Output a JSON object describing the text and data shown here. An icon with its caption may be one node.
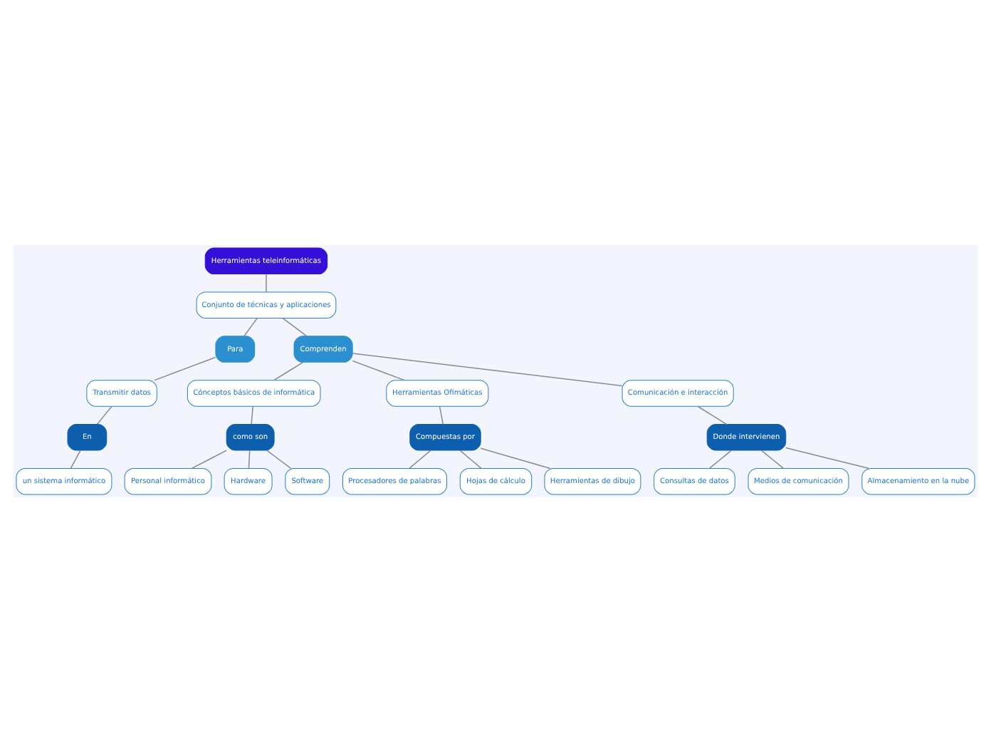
{
  "diagram": {
    "nodes": [
      {
        "text": [
          "Herramientas teleinformáticas"
        ]
      },
      {
        "text": [
          "Conjunto de técnicas y aplicaciones"
        ]
      },
      {
        "text": [
          "Para"
        ]
      },
      {
        "text": [
          "Transmitir datos"
        ]
      },
      {
        "text": [
          "En"
        ]
      },
      {
        "text": [
          "un sistema informático"
        ]
      },
      {
        "text": [
          "Comprenden"
        ]
      },
      {
        "text": [
          "Cónceptos básicos de informática"
        ]
      },
      {
        "text": [
          "como son"
        ]
      },
      {
        "text": [
          "Personal informático"
        ]
      },
      {
        "text": [
          "Hardware"
        ]
      },
      {
        "text": [
          "Software"
        ]
      },
      {
        "text": [
          "Herramientas Ofimáticas"
        ]
      },
      {
        "text": [
          "Compuestas por"
        ]
      },
      {
        "text": [
          "Procesadores de palabras"
        ]
      },
      {
        "text": [
          "Hojas de cálculo"
        ]
      },
      {
        "text": [
          "Herramientas de dibujo"
        ]
      },
      {
        "text": [
          "Comunicación e interacción"
        ]
      },
      {
        "text": [
          "Donde intervienen"
        ]
      },
      {
        "text": [
          "Consultas de datos"
        ]
      },
      {
        "text": [
          "Medios de comunicación"
        ]
      },
      {
        "text": [
          "Almacenamiento en la nube"
        ]
      }
    ],
    "edges": [
      {
        "from": 0,
        "to": 1,
        "arrow": "none"
      },
      {
        "from": 1,
        "to": 2,
        "arrow": "none"
      },
      {
        "from": 2,
        "to": 3,
        "arrow": "none"
      },
      {
        "from": 3,
        "to": 4,
        "arrow": "none"
      },
      {
        "from": 4,
        "to": 5,
        "arrow": "none"
      },
      {
        "from": 1,
        "to": 6,
        "arrow": "none"
      },
      {
        "from": 6,
        "to": 7,
        "arrow": "none"
      },
      {
        "from": 7,
        "to": 8,
        "arrow": "none"
      },
      {
        "from": 8,
        "to": 9,
        "arrow": "none"
      },
      {
        "from": 8,
        "to": 10,
        "arrow": "none"
      },
      {
        "from": 8,
        "to": 11,
        "arrow": "none"
      },
      {
        "from": 6,
        "to": 12,
        "arrow": "none"
      },
      {
        "from": 12,
        "to": 13,
        "arrow": "none"
      },
      {
        "from": 13,
        "to": 14,
        "arrow": "none"
      },
      {
        "from": 13,
        "to": 15,
        "arrow": "none"
      },
      {
        "from": 13,
        "to": 16,
        "arrow": "none"
      },
      {
        "from": 6,
        "to": 17,
        "arrow": "none"
      },
      {
        "from": 17,
        "to": 18,
        "arrow": "none"
      },
      {
        "from": 18,
        "to": 19,
        "arrow": "none"
      },
      {
        "from": 18,
        "to": 20,
        "arrow": "none"
      },
      {
        "from": 18,
        "to": 21,
        "arrow": "none"
      }
    ]
  }
}
